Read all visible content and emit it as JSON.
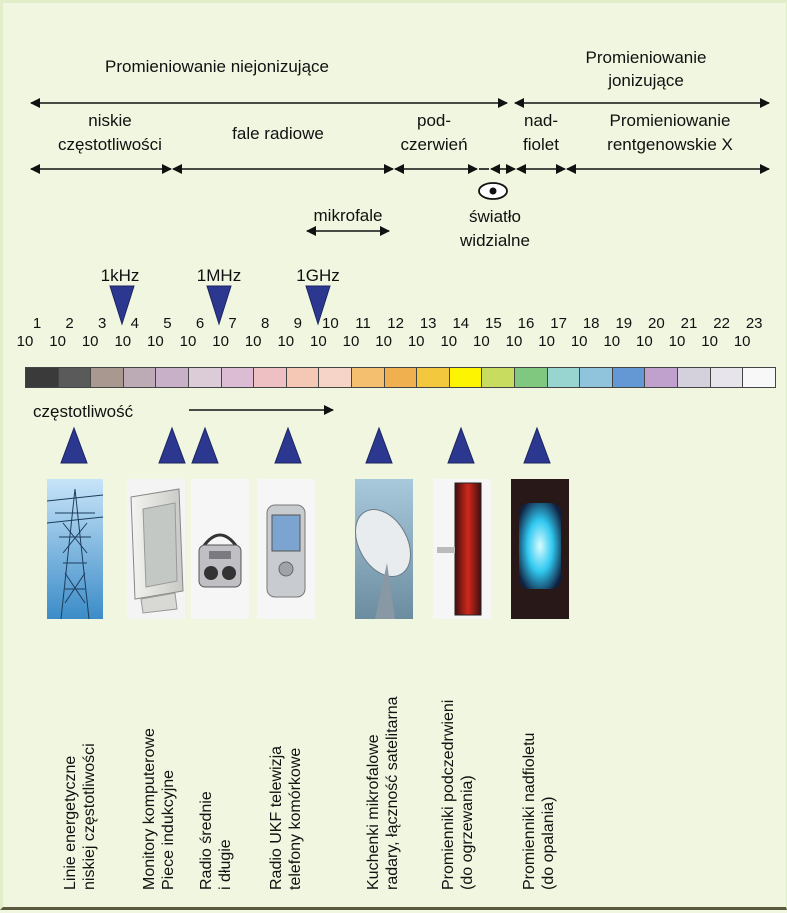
{
  "headings": {
    "non_ionizing": "Promieniowanie niejonizujące",
    "ionizing_line1": "Promieniowanie",
    "ionizing_line2": "jonizujące"
  },
  "bands": {
    "low_freq_line1": "niskie",
    "low_freq_line2": "częstotliwości",
    "radio_waves": "fale radiowe",
    "infrared_line1": "pod-",
    "infrared_line2": "czerwień",
    "uv_line1": "nad-",
    "uv_line2": "fiolet",
    "xray_line1": "Promieniowanie",
    "xray_line2": "rentgenowskie X",
    "microwaves": "mikrofale",
    "visible_line1": "światło",
    "visible_line2": "widzialne"
  },
  "markers": {
    "khz": "1kHz",
    "mhz": "1MHz",
    "ghz": "1GHz"
  },
  "scale": {
    "base": "10",
    "exponents": [
      "1",
      "2",
      "3",
      "4",
      "5",
      "6",
      "7",
      "8",
      "9",
      "10",
      "11",
      "12",
      "13",
      "14",
      "15",
      "16",
      "17",
      "18",
      "19",
      "20",
      "21",
      "22",
      "23"
    ],
    "colors": [
      "#3a3a3a",
      "#5a5a5a",
      "#a89890",
      "#bcaab4",
      "#c8b0c8",
      "#dcccd8",
      "#dcbcd4",
      "#eec0c4",
      "#f4c8b4",
      "#f6d4c8",
      "#f4c070",
      "#f0b050",
      "#f4c83c",
      "#fcf400",
      "#c8dc60",
      "#80c880",
      "#98d4d0",
      "#90c4dc",
      "#6498d4",
      "#c0a0cc",
      "#d4d0dc",
      "#e8e4ec",
      "#f8f8f8"
    ]
  },
  "frequency_label": "częstotliwość",
  "applications": [
    {
      "line1": "Linie energetyczne",
      "line2": "niskiej częstotliwości"
    },
    {
      "line1": "Monitory komputerowe",
      "line2": "Piece indukcyjne"
    },
    {
      "line1": "Radio średnie",
      "line2": "i długie"
    },
    {
      "line1": "Radio UKF telewizja",
      "line2": "telefony komórkowe"
    },
    {
      "line1": "Kuchenki mikrofalowe",
      "line2": "radary, łączność satelitarna"
    },
    {
      "line1": "Promienniki podczedrwieni",
      "line2": "(do ogrzewania)"
    },
    {
      "line1": "Promienniki nadfioletu",
      "line2": "(do opalania)"
    }
  ]
}
